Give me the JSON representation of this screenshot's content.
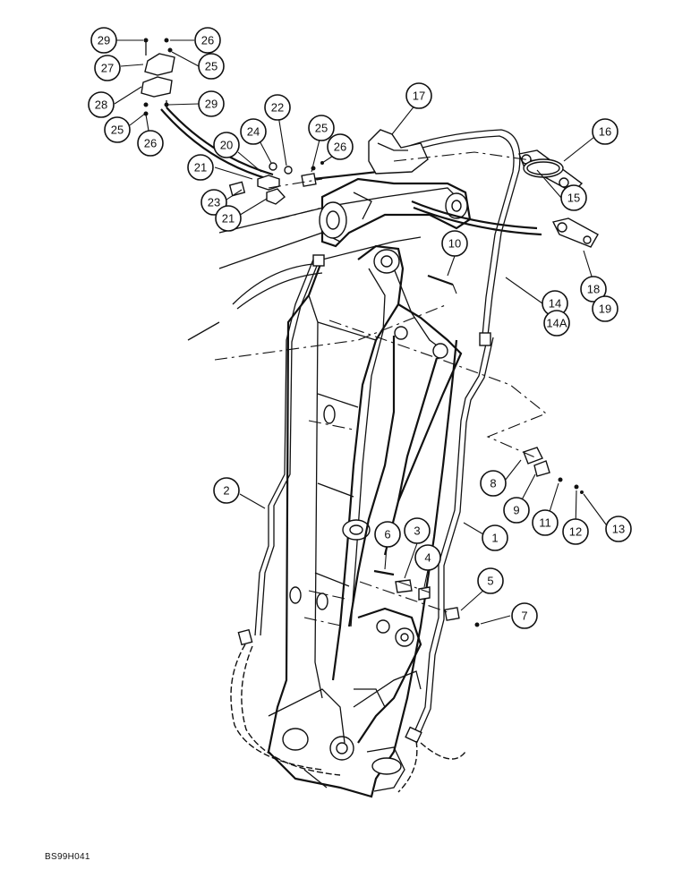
{
  "figure_code": "BS99H041",
  "callouts": {
    "c1": "1",
    "c2": "2",
    "c3": "3",
    "c4": "4",
    "c5": "5",
    "c6": "6",
    "c7": "7",
    "c8": "8",
    "c9": "9",
    "c10": "10",
    "c11": "11",
    "c12": "12",
    "c13": "13",
    "c14": "14",
    "c14a": "14A",
    "c15": "15",
    "c16": "16",
    "c17": "17",
    "c18": "18",
    "c19": "19",
    "c20": "20",
    "c21a": "21",
    "c21b": "21",
    "c22": "22",
    "c23": "23",
    "c24": "24",
    "c25a": "25",
    "c25b": "25",
    "c25c": "25",
    "c26a": "26",
    "c26b": "26",
    "c26c": "26",
    "c27": "27",
    "c28": "28",
    "c29a": "29",
    "c29b": "29"
  }
}
